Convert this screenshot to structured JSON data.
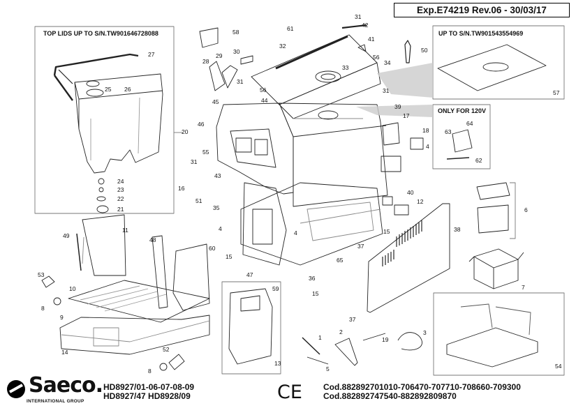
{
  "revision": "Exp.E74219 Rev.06 - 30/03/17",
  "notes": {
    "top_lids": "TOP LIDS UP TO S/N.TW901646728088",
    "up_to_sn": "UP TO S/N.TW901543554969",
    "only_120v": "ONLY FOR 120V"
  },
  "callouts": {
    "n1": "1",
    "n2": "2",
    "n3": "3",
    "n4a": "4",
    "n4b": "4",
    "n4c": "4",
    "n5": "5",
    "n6": "6",
    "n7": "7",
    "n8a": "8",
    "n8b": "8",
    "n9": "9",
    "n10": "10",
    "n11": "11",
    "n12": "12",
    "n13": "13",
    "n14": "14",
    "n15a": "15",
    "n15b": "15",
    "n15c": "15",
    "n16": "16",
    "n17": "17",
    "n18": "18",
    "n19": "19",
    "n20": "20",
    "n21": "21",
    "n22": "22",
    "n23": "23",
    "n24": "24",
    "n25": "25",
    "n26": "26",
    "n27": "27",
    "n28": "28",
    "n29": "29",
    "n30": "30",
    "n31a": "31",
    "n31b": "31",
    "n31c": "31",
    "n31d": "31",
    "n32": "32",
    "n33": "33",
    "n34": "34",
    "n35": "35",
    "n36": "36",
    "n37a": "37",
    "n37b": "37",
    "n38": "38",
    "n39": "39",
    "n40": "40",
    "n41": "41",
    "n42": "42",
    "n43": "43",
    "n44": "44",
    "n45": "45",
    "n46": "46",
    "n47": "47",
    "n48": "48",
    "n49": "49",
    "n50": "50",
    "n51": "51",
    "n52": "52",
    "n53": "53",
    "n54": "54",
    "n55": "55",
    "n56a": "56",
    "n56b": "56",
    "n57": "57",
    "n58": "58",
    "n59": "59",
    "n60": "60",
    "n61": "61",
    "n62": "62",
    "n63": "63",
    "n64": "64",
    "n65": "65"
  },
  "footer": {
    "brand": "Saeco.",
    "brand_sub": "INTERNATIONAL GROUP",
    "models_line1": "HD8927/01-06-07-08-09",
    "models_line2": "HD8927/47 HD8928/09",
    "ce_mark": "CE",
    "cod_line1": "Cod.882892701010-706470-707710-708660-709300",
    "cod_line2": "Cod.882892747540-882892809870"
  }
}
